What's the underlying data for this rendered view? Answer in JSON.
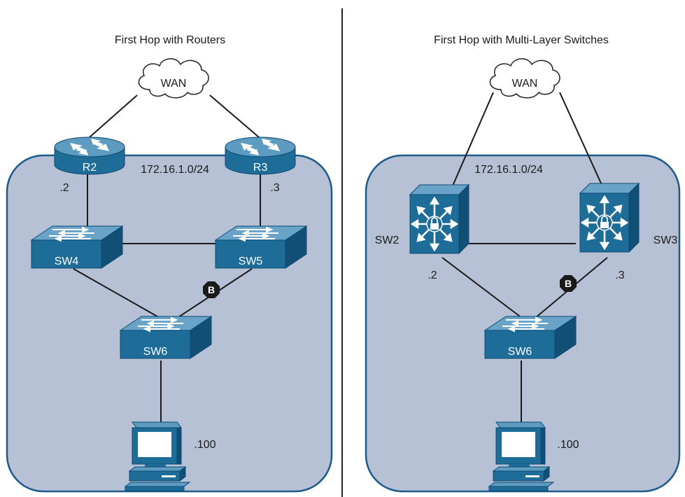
{
  "left": {
    "title": "First Hop with Routers",
    "wan": "WAN",
    "subnet": "172.16.1.0/24",
    "r2": "R2",
    "r3": "R3",
    "r2_ip": ".2",
    "r3_ip": ".3",
    "sw4": "SW4",
    "sw5": "SW5",
    "sw6": "SW6",
    "blocked": "B",
    "host_ip": ".100"
  },
  "right": {
    "title": "First Hop with Multi-Layer Switches",
    "wan": "WAN",
    "subnet": "172.16.1.0/24",
    "sw2": "SW2",
    "sw3": "SW3",
    "sw2_ip": ".2",
    "sw3_ip": ".3",
    "sw6": "SW6",
    "blocked": "B",
    "host_ip": ".100"
  },
  "colors": {
    "network_fill": "#b6c1d6",
    "network_stroke": "#1b5a8a",
    "device_top": "#5d9bc1",
    "device_front": "#1e6c98",
    "blocked_marker": "#1a1a1a"
  }
}
